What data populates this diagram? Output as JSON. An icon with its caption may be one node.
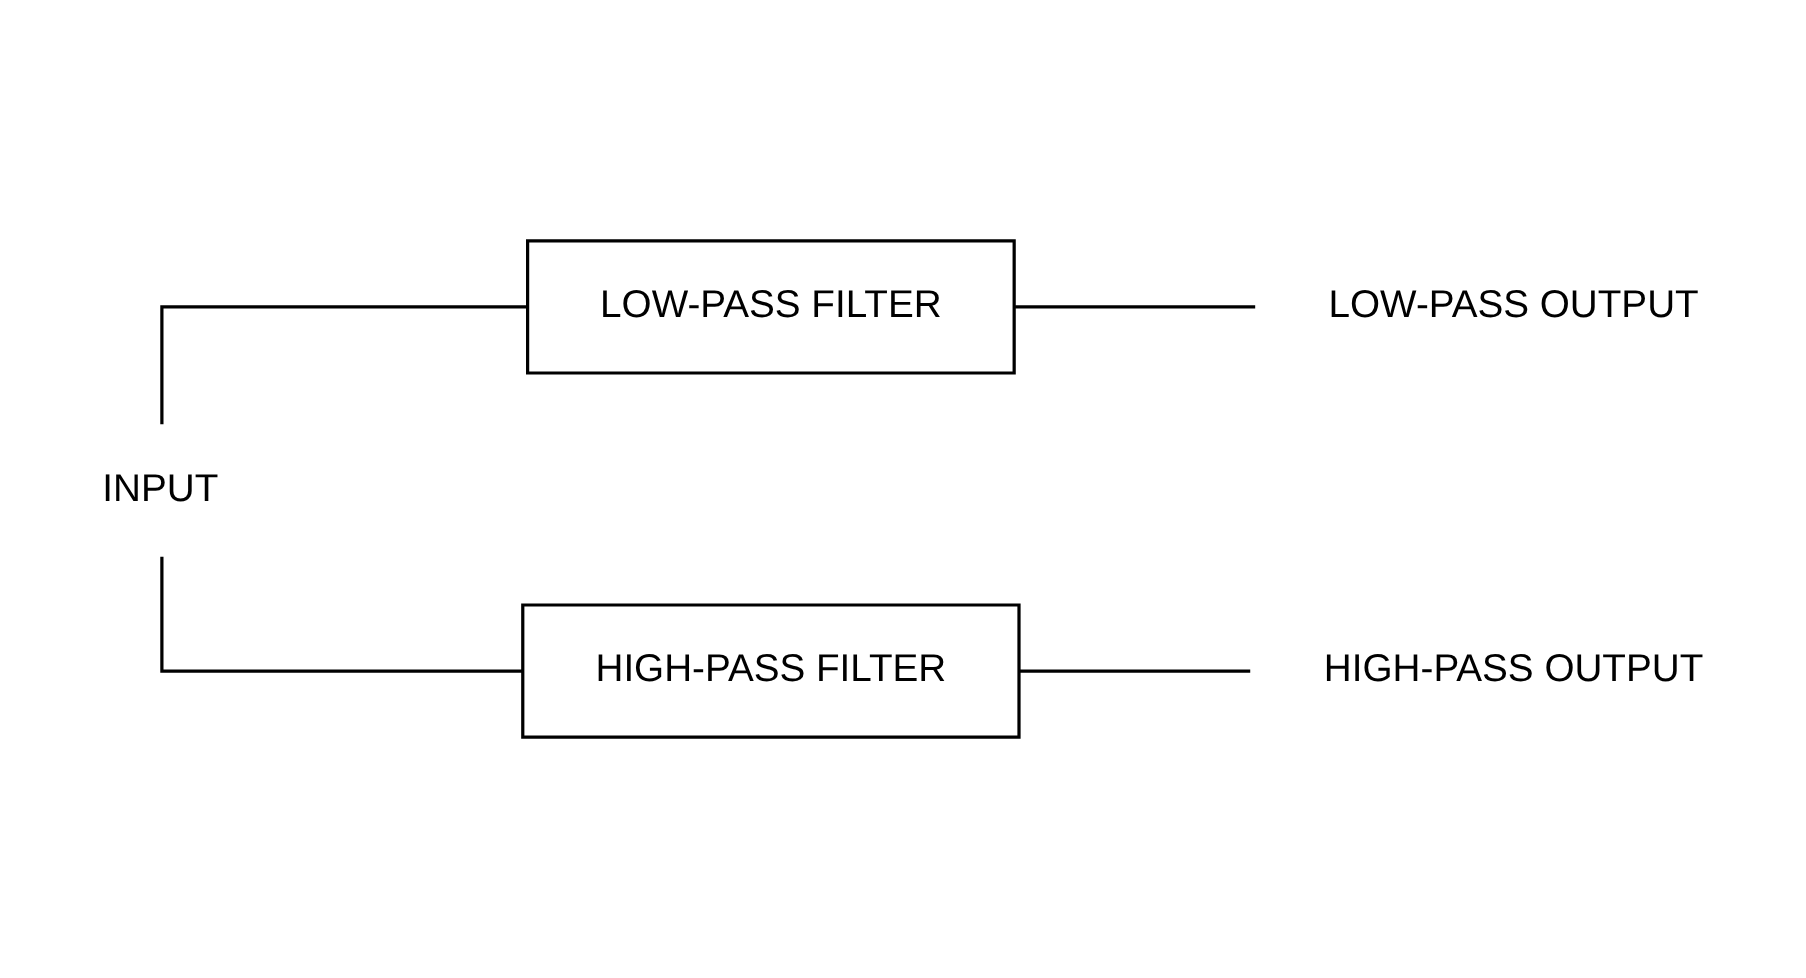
{
  "diagram": {
    "nodes": [
      {
        "text": [
          "INPUT"
        ]
      },
      {
        "text": [
          "LOW-PASS FILTER"
        ]
      },
      {
        "text": [
          "HIGH-PASS FILTER"
        ]
      },
      {
        "text": [
          "LOW-PASS OUTPUT"
        ]
      },
      {
        "text": [
          "HIGH-PASS OUTPUT"
        ]
      }
    ],
    "edges": [
      {
        "from": 0,
        "to": 1,
        "arrow": "none"
      },
      {
        "from": 0,
        "to": 2,
        "arrow": "none"
      },
      {
        "from": 1,
        "to": 3,
        "arrow": "none"
      },
      {
        "from": 2,
        "to": 4,
        "arrow": "none"
      }
    ]
  }
}
